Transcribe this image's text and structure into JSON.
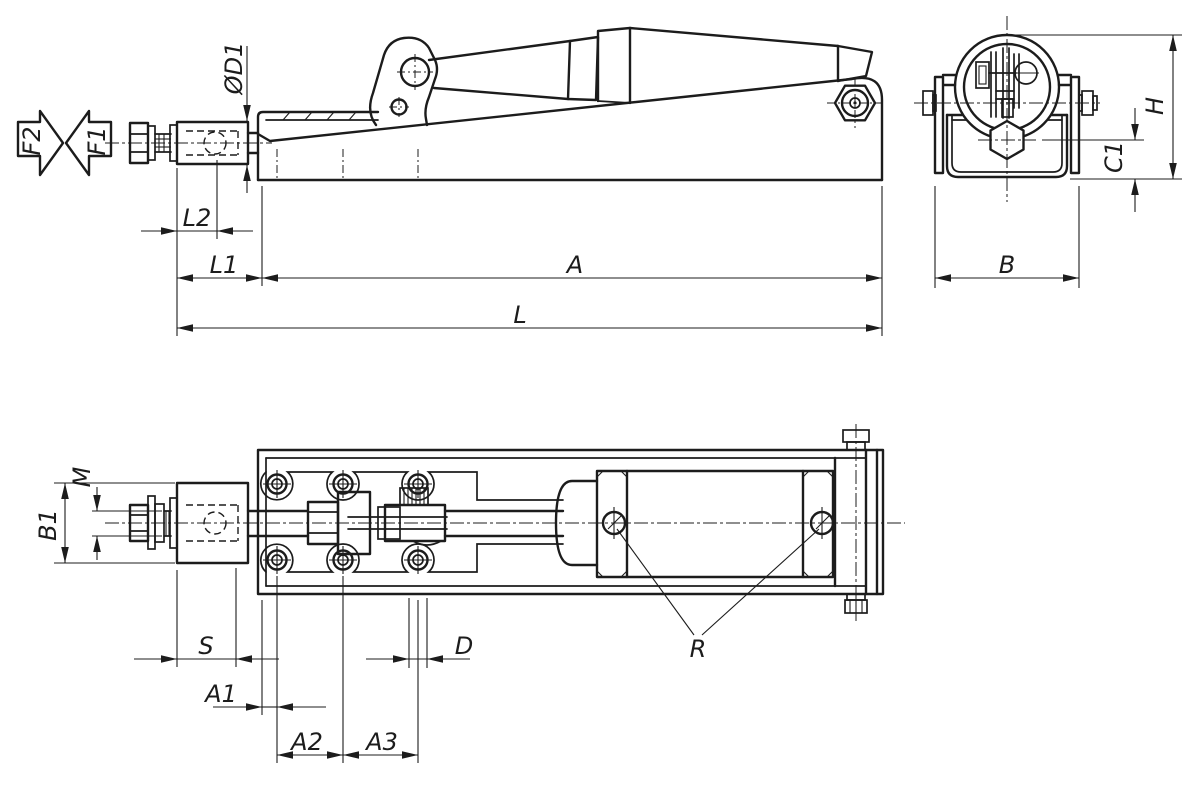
{
  "colors": {
    "line": "#1c1c1c",
    "background": "#ffffff"
  },
  "views": {
    "side": {
      "force_labels": {
        "f2": "F2",
        "f1": "F1"
      },
      "dims": {
        "d1": "ØD1",
        "l2": "L2",
        "l1": "L1",
        "a": "A",
        "l": "L"
      }
    },
    "end": {
      "dims": {
        "h": "H",
        "c1": "C1",
        "b": "B"
      }
    },
    "plan": {
      "dims": {
        "m": "M",
        "b1": "B1",
        "s": "S",
        "a1": "A1",
        "a2": "A2",
        "a3": "A3",
        "d": "D",
        "r": "R"
      }
    }
  }
}
